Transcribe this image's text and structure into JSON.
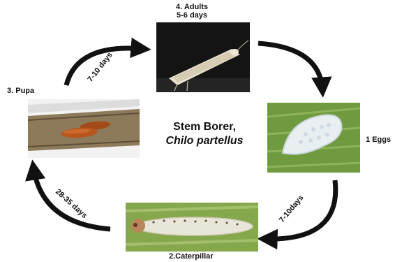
{
  "title": {
    "line1": "Stem Borer,",
    "line2": "Chilo partellus"
  },
  "stages": {
    "adults": {
      "label": "4. Adults",
      "duration": "5-6 days"
    },
    "eggs": {
      "label": "1 Eggs"
    },
    "caterpillar": {
      "label": "2.Caterpillar"
    },
    "pupa": {
      "label": "3. Pupa"
    }
  },
  "transitions": {
    "pupa_to_adults": "7-10 days",
    "eggs_to_caterpillar": "7-10days",
    "caterpillar_to_pupa": "28-35 days"
  },
  "colors": {
    "arrow": "#111111",
    "leaf_green": "#7aa344",
    "background_photo_dark": "#141414"
  }
}
